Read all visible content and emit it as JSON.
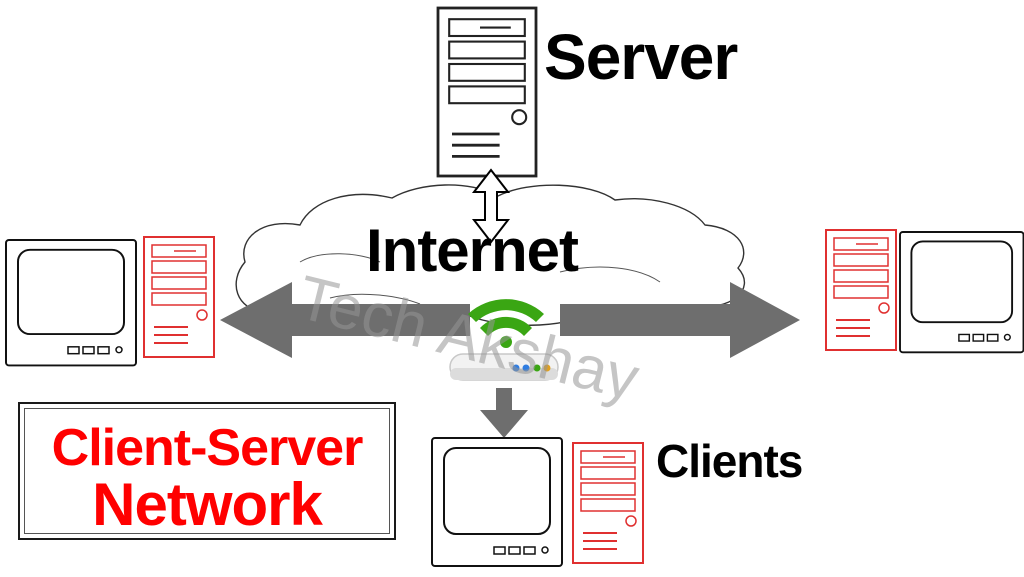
{
  "labels": {
    "server": "Server",
    "internet": "Internet",
    "clients": "Clients",
    "title_line1": "Client-Server",
    "title_line2": "Network",
    "watermark": "Tech Akshay"
  },
  "colors": {
    "client_tower": "#e03030",
    "server_tower": "#222222",
    "arrow": "#6e6e6e",
    "wifi_green": "#3aa613",
    "title_red": "#ff0000"
  },
  "icons": [
    "server-tower-icon",
    "monitor-icon",
    "client-tower-icon",
    "cloud-icon",
    "router-icon",
    "wifi-signal-icon",
    "arrow-icon"
  ]
}
